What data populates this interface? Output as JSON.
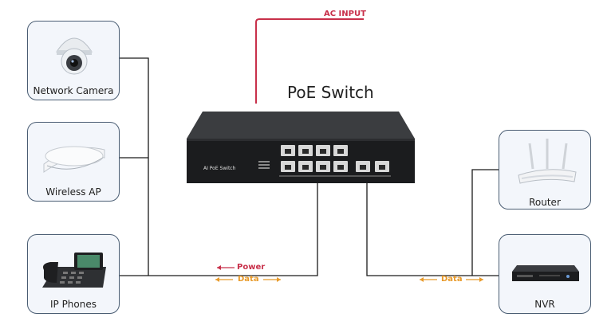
{
  "diagram": {
    "title": "PoE Switch",
    "ac_input_label": "AC INPUT",
    "switch_panel_label": "AI PoE Switch",
    "devices": {
      "camera": "Network Camera",
      "ap": "Wireless AP",
      "phone": "IP Phones",
      "router": "Router",
      "nvr": "NVR"
    },
    "legend": {
      "power": "Power",
      "data_left": "Data",
      "data_right": "Data"
    },
    "colors": {
      "power": "#c8304a",
      "data": "#e89a2a",
      "box_border": "#4a5d73",
      "line": "#1a1a1a"
    }
  }
}
